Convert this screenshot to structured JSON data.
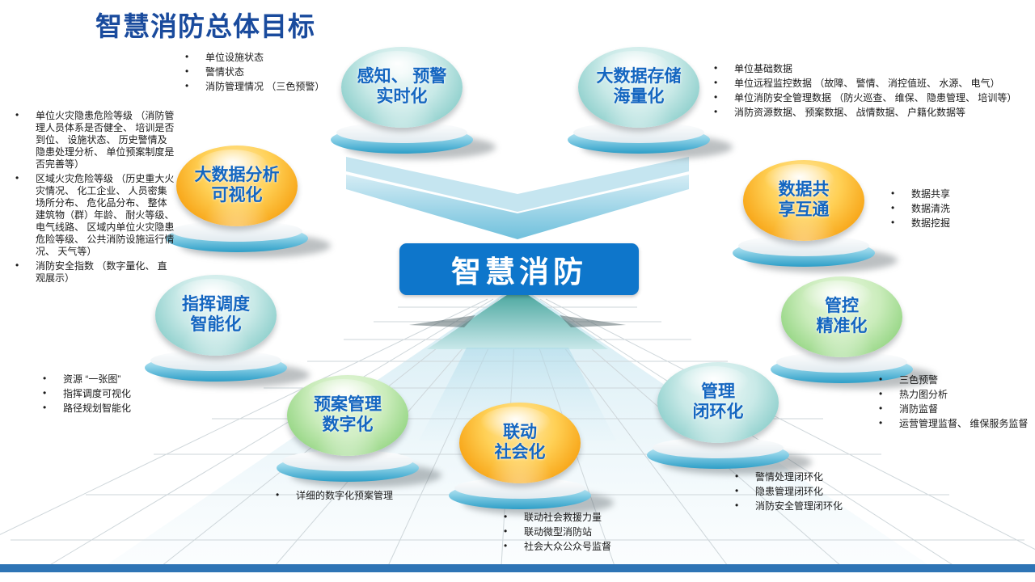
{
  "slide": {
    "title": "智慧消防总体目标",
    "center_label": "智慧消防"
  },
  "colors": {
    "title-blue": "#1a4b9d",
    "center-blue": "#0e76cb",
    "bar-blue": "#2e74b5",
    "bubble-text": "#1466c0",
    "teal-sphere": "#6dc0c0",
    "orange-sphere": "#f8a91d",
    "green-sphere": "#7cc66e",
    "pedestal-cyan": "#2d9ec7"
  },
  "bubbles": [
    {
      "name": "perception-realtime",
      "line1": "感知、 预警",
      "line2": "实时化",
      "color": "teal"
    },
    {
      "name": "bigdata-storage",
      "line1": "大数据存储",
      "line2": "海量化",
      "color": "teal"
    },
    {
      "name": "bigdata-analysis",
      "line1": "大数据分析",
      "line2": "可视化",
      "color": "orange"
    },
    {
      "name": "data-sharing",
      "line1": "数据共",
      "line2": "享互通",
      "color": "orange"
    },
    {
      "name": "command-dispatch",
      "line1": "指挥调度",
      "line2": "智能化",
      "color": "teal"
    },
    {
      "name": "control-precision",
      "line1": "管控",
      "line2": "精准化",
      "color": "green"
    },
    {
      "name": "plan-management",
      "line1": "预案管理",
      "line2": "数字化",
      "color": "green"
    },
    {
      "name": "social-linkage",
      "line1": "联动",
      "line2": "社会化",
      "color": "orange"
    },
    {
      "name": "management-loop",
      "line1": "管理",
      "line2": "闭环化",
      "color": "teal"
    }
  ],
  "notes": {
    "perception": {
      "items": [
        "单位设施状态",
        "警情状态",
        "消防管理情况 （三色预警）"
      ]
    },
    "storage": {
      "items": [
        "单位基础数据",
        "单位远程监控数据 （故障、 警情、 消控值班、 水源、 电气）",
        "单位消防安全管理数据 （防火巡查、 维保、 隐患管理、 培训等）",
        "消防资源数据、 预案数据、 战情数据、 户籍化数据等"
      ]
    },
    "analysis": {
      "items": [
        "单位火灾隐患危险等级 （消防管理人员体系是否健全、 培训是否到位、 设施状态、 历史警情及隐患处理分析、 单位预案制度是否完善等）",
        "区域火灾危险等级 （历史重大火灾情况、 化工企业、 人员密集场所分布、 危化品分布、 整体建筑物（群）年龄、 耐火等级、 电气线路、 区域内单位火灾隐患危险等级、 公共消防设施运行情况、 天气等）",
        "消防安全指数 （数字量化、 直观展示）"
      ]
    },
    "sharing": {
      "items": [
        "数据共享",
        "数据清洗",
        "数据挖掘"
      ]
    },
    "command": {
      "items": [
        "资源 “一张图”",
        "指挥调度可视化",
        "路径规划智能化"
      ]
    },
    "control": {
      "items": [
        "三色预警",
        "热力图分析",
        "消防监督",
        "运营管理监督、 维保服务监督"
      ]
    },
    "plan": {
      "items": [
        "详细的数字化预案管理"
      ]
    },
    "linkage": {
      "items": [
        "联动社会救援力量",
        "联动微型消防站",
        "社会大众公众号监督"
      ]
    },
    "loop": {
      "items": [
        "警情处理闭环化",
        "隐患管理闭环化",
        "消防安全管理闭环化"
      ]
    }
  }
}
